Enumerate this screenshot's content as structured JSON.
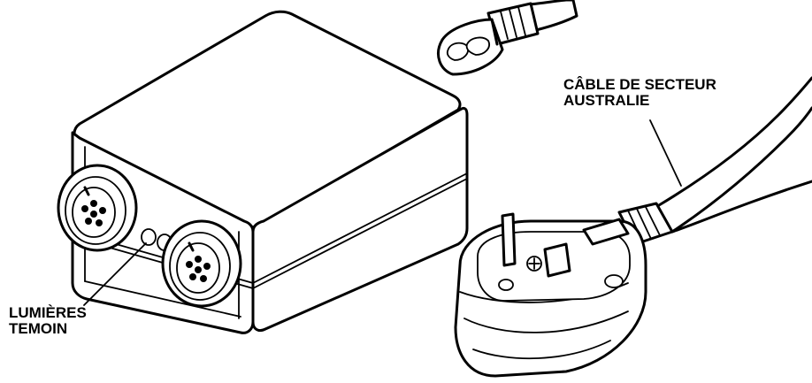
{
  "labels": {
    "cable_line1": "CÂBLE DE SECTEUR",
    "cable_line2": "AUSTRALIE",
    "lights_line1": "LUMIÈRES",
    "lights_line2": "TEMOIN"
  }
}
